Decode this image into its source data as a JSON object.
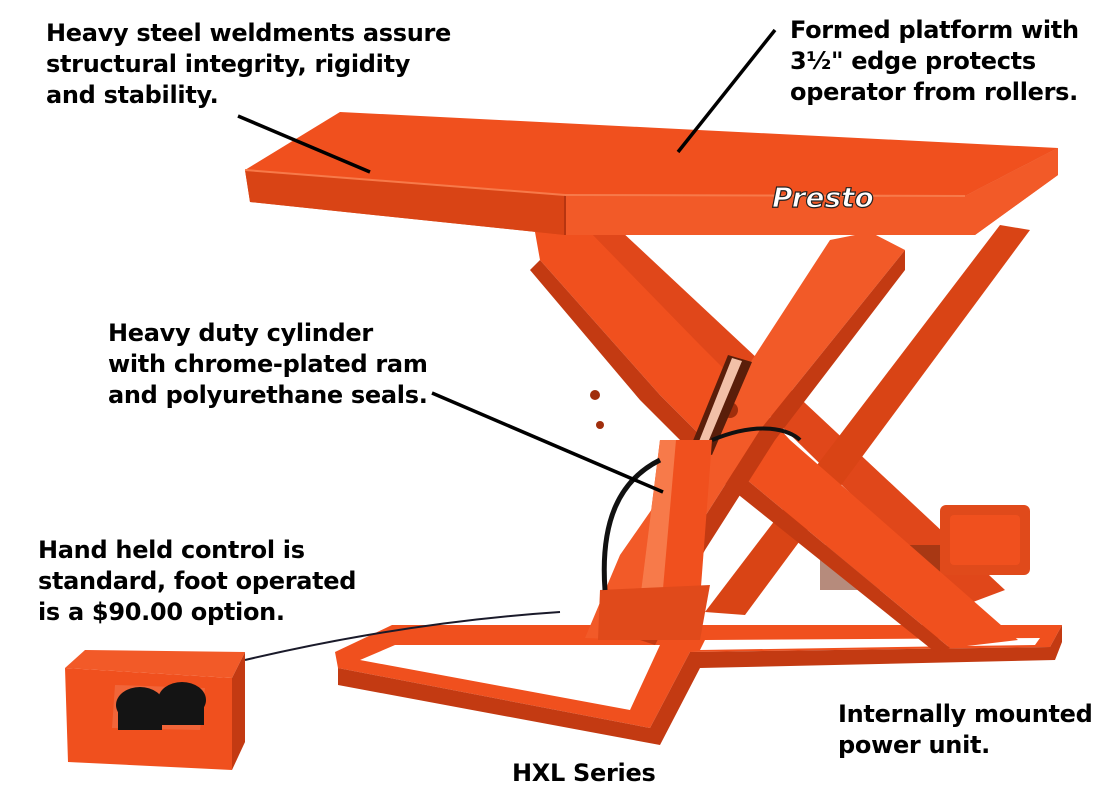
{
  "callouts": {
    "welds": {
      "lines": [
        "Heavy steel weldments assure",
        "structural integrity, rigidity",
        "and stability."
      ]
    },
    "platform": {
      "lines": [
        "Formed platform with",
        "3½\" edge protects",
        "operator from rollers."
      ]
    },
    "cylinder": {
      "lines": [
        "Heavy duty cylinder",
        "with chrome-plated ram",
        "and polyurethane seals."
      ]
    },
    "control": {
      "lines": [
        "Hand held control is",
        "standard, foot operated",
        "is a $90.00 option."
      ]
    },
    "power": {
      "lines": [
        "Internally mounted",
        "power unit."
      ]
    }
  },
  "series_label": "HXL Series",
  "brand_logo": "Presto",
  "colors": {
    "lift_orange": "#f0501e",
    "lift_orange_dark": "#c33a12",
    "lift_orange_light": "#f77a4a",
    "pedal_black": "#141414",
    "text": "#000000",
    "background": "#ffffff"
  },
  "icons": {
    "lift_table": "scissor-lift-table-illustration",
    "foot_pedal": "foot-pedal-control-illustration"
  }
}
